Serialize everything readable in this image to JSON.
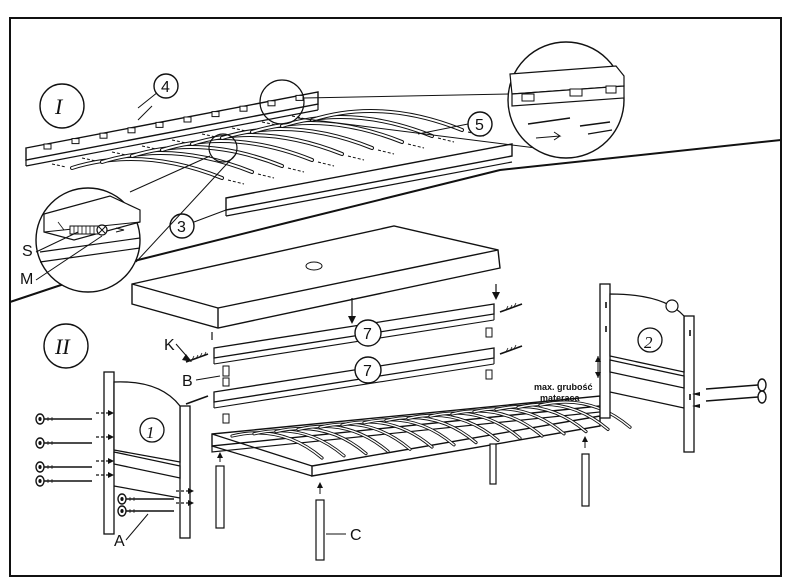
{
  "sections": {
    "one": {
      "numeral": "I"
    },
    "two": {
      "numeral": "II"
    }
  },
  "parts": {
    "p4": "4",
    "p5": "5",
    "p3": "3",
    "p7a": "7",
    "p7b": "7",
    "headboard1": "1",
    "headboard2": "2"
  },
  "letters": {
    "S": "S",
    "M": "M",
    "K": "K",
    "B": "B",
    "A": "A",
    "C": "C"
  },
  "mattress_note": {
    "line1": "max. grubość",
    "line2": "materaca"
  }
}
